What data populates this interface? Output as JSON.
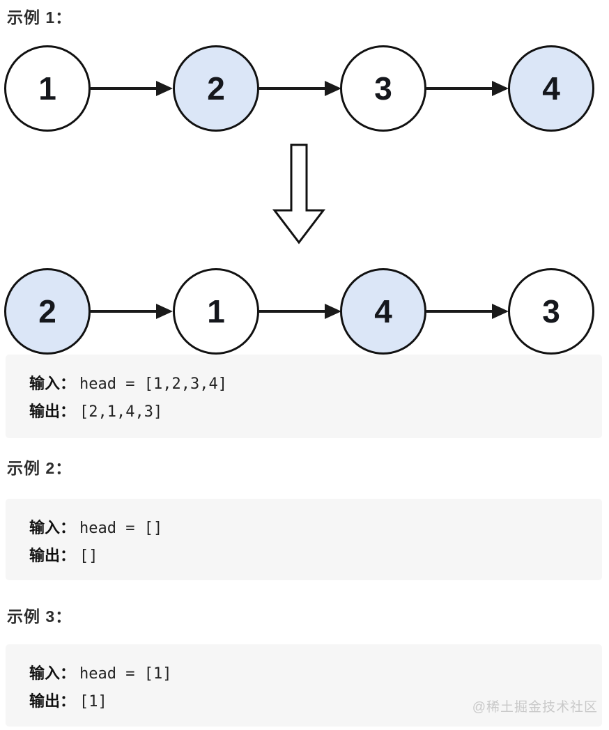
{
  "page": {
    "background_color": "#ffffff",
    "accent_colors": {
      "node_highlight_fill": "#dbe6f7",
      "node_border": "#111111",
      "arrow": "#1a1a1a",
      "example_box_background": "#f6f6f6",
      "watermark_text": "#c9c9c9"
    }
  },
  "diagram": {
    "description": "swap adjacent pairs in a linked list",
    "before_list": {
      "nodes": [
        {
          "value": "1",
          "fill": "#ffffff"
        },
        {
          "value": "2",
          "fill": "#dbe6f7"
        },
        {
          "value": "3",
          "fill": "#ffffff"
        },
        {
          "value": "4",
          "fill": "#dbe6f7"
        }
      ]
    },
    "after_list": {
      "nodes": [
        {
          "value": "2",
          "fill": "#dbe6f7"
        },
        {
          "value": "1",
          "fill": "#ffffff"
        },
        {
          "value": "4",
          "fill": "#dbe6f7"
        },
        {
          "value": "3",
          "fill": "#ffffff"
        }
      ]
    },
    "connector_icon": "arrow-right-icon",
    "transform_icon": "down-arrow-icon"
  },
  "examples": [
    {
      "heading": "示例 1：",
      "input_label": "输入：",
      "input_code": "head = [1,2,3,4]",
      "output_label": "输出：",
      "output_code": "[2,1,4,3]"
    },
    {
      "heading": "示例 2：",
      "input_label": "输入：",
      "input_code": "head = []",
      "output_label": "输出：",
      "output_code": "[]"
    },
    {
      "heading": "示例 3：",
      "input_label": "输入：",
      "input_code": "head = [1]",
      "output_label": "输出：",
      "output_code": "[1]"
    }
  ],
  "watermark": "@稀土掘金技术社区"
}
